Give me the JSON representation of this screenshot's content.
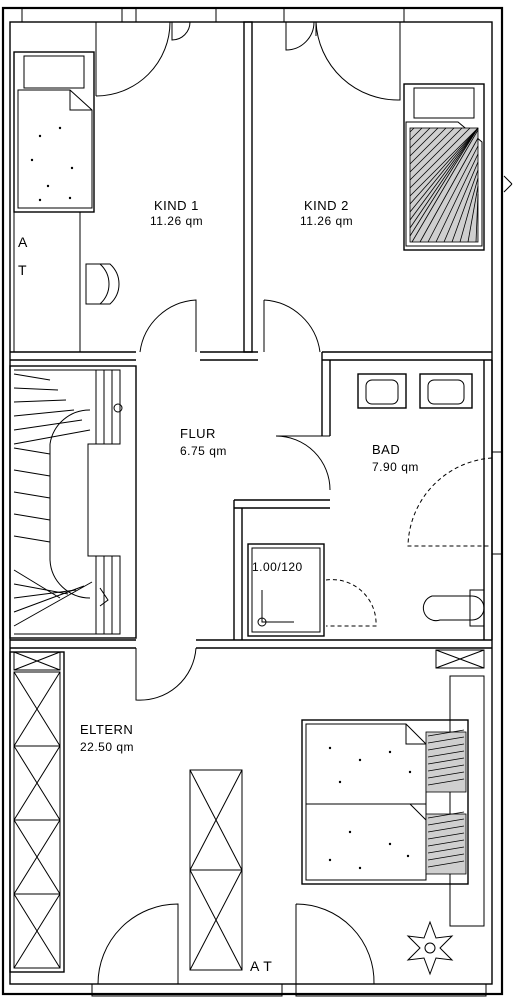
{
  "rooms": {
    "kind1": {
      "name": "KIND  1",
      "area": "11.26  qm"
    },
    "kind2": {
      "name": "KIND  2",
      "area": "11.26  qm"
    },
    "flur": {
      "name": "FLUR",
      "area": "6.75  qm"
    },
    "bad": {
      "name": "BAD",
      "area": "7.90  qm"
    },
    "eltern": {
      "name": "ELTERN",
      "area": "22.50  qm"
    }
  },
  "shower_label": "1.00/120",
  "markers": {
    "at_left_a": "A",
    "at_left_t": "T",
    "at_bottom": "A T"
  }
}
